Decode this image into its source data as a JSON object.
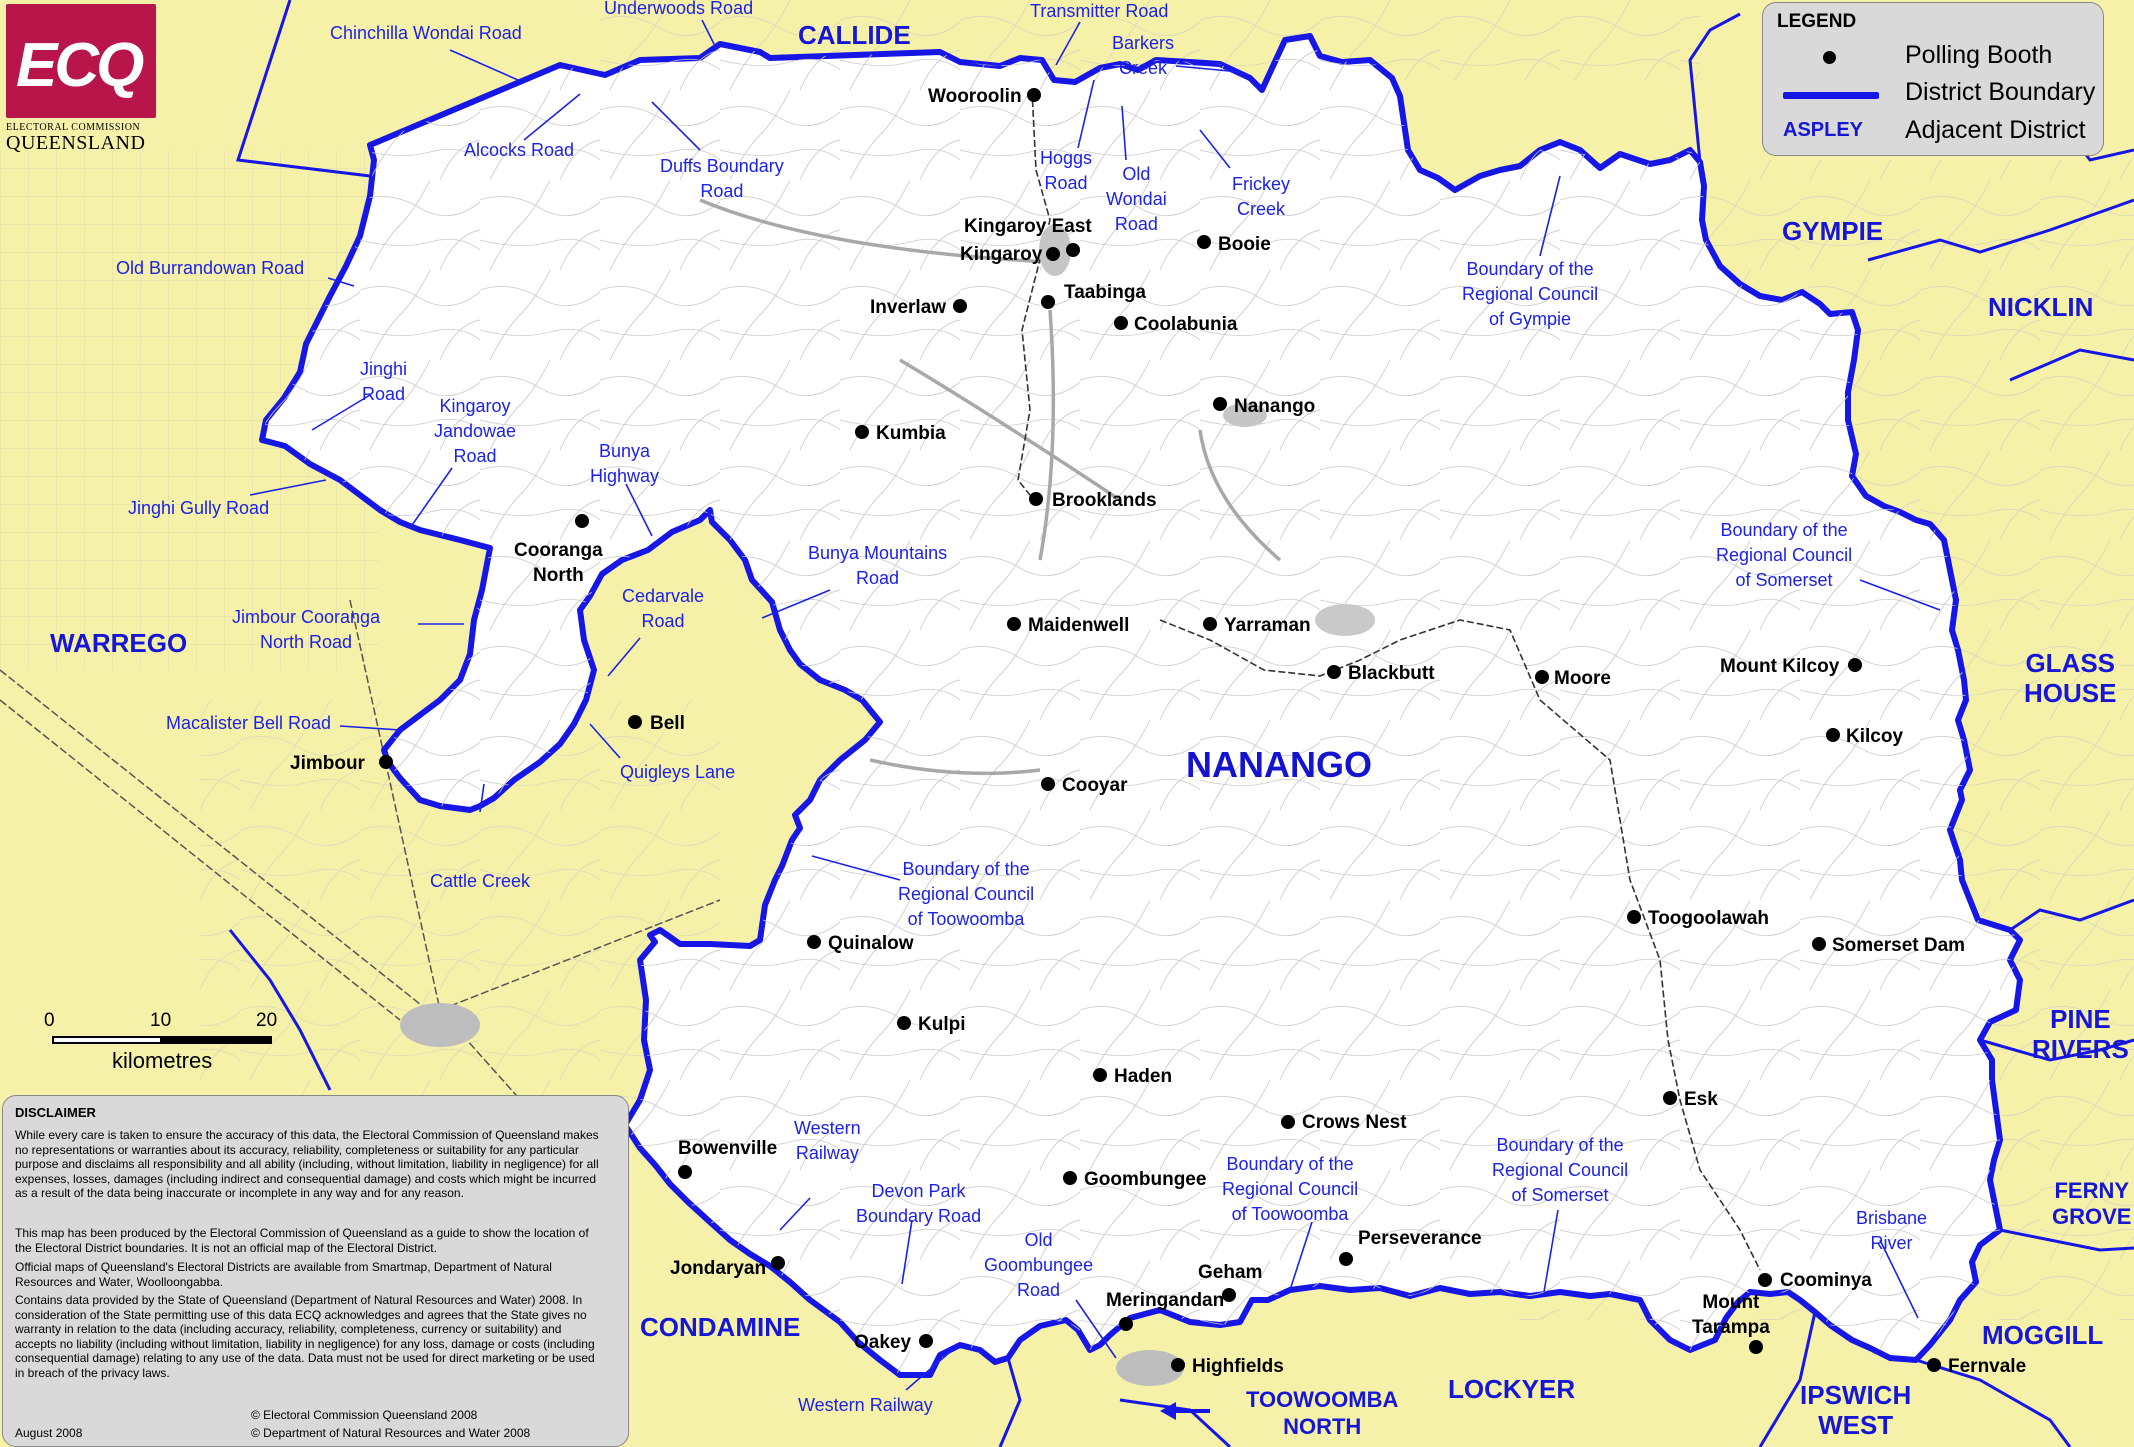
{
  "logo": {
    "abbr": "ECQ",
    "line1": "ELECTORAL COMMISSION",
    "line2": "QUEENSLAND"
  },
  "district_name": "NANANGO",
  "legend": {
    "title": "LEGEND",
    "polling_booth": "Polling Booth",
    "district_boundary": "District Boundary",
    "adjacent_example": "ASPLEY",
    "adjacent_district": "Adjacent District"
  },
  "colors": {
    "boundary": "#1616e6",
    "district_fill": "#ffffff",
    "outside_fill": "#f6f1a8",
    "road_label": "#1c22e8",
    "adjacent_label": "#1616d6"
  },
  "adjacent_districts": [
    {
      "name": "CALLIDE"
    },
    {
      "name": "GYMPIE"
    },
    {
      "name": "NICKLIN"
    },
    {
      "name": "GLASS\nHOUSE"
    },
    {
      "name": "PINE\nRIVERS"
    },
    {
      "name": "FERNY\nGROVE"
    },
    {
      "name": "MOGGILL"
    },
    {
      "name": "IPSWICH\nWEST"
    },
    {
      "name": "LOCKYER"
    },
    {
      "name": "TOOWOOMBA\nNORTH"
    },
    {
      "name": "CONDAMINE"
    },
    {
      "name": "WARREGO"
    }
  ],
  "polling_booths": [
    {
      "name": "Wooroolin"
    },
    {
      "name": "Kingaroy East"
    },
    {
      "name": "Kingaroy"
    },
    {
      "name": "Booie"
    },
    {
      "name": "Taabinga"
    },
    {
      "name": "Inverlaw"
    },
    {
      "name": "Coolabunia"
    },
    {
      "name": "Nanango"
    },
    {
      "name": "Kumbia"
    },
    {
      "name": "Brooklands"
    },
    {
      "name": "Cooranga\nNorth"
    },
    {
      "name": "Maidenwell"
    },
    {
      "name": "Yarraman"
    },
    {
      "name": "Blackbutt"
    },
    {
      "name": "Moore"
    },
    {
      "name": "Mount Kilcoy"
    },
    {
      "name": "Kilcoy"
    },
    {
      "name": "Bell"
    },
    {
      "name": "Jimbour"
    },
    {
      "name": "Cooyar"
    },
    {
      "name": "Toogoolawah"
    },
    {
      "name": "Somerset Dam"
    },
    {
      "name": "Quinalow"
    },
    {
      "name": "Kulpi"
    },
    {
      "name": "Haden"
    },
    {
      "name": "Crows Nest"
    },
    {
      "name": "Esk"
    },
    {
      "name": "Bowenville"
    },
    {
      "name": "Goombungee"
    },
    {
      "name": "Perseverance"
    },
    {
      "name": "Geham"
    },
    {
      "name": "Jondaryan"
    },
    {
      "name": "Coominya"
    },
    {
      "name": "Meringandan"
    },
    {
      "name": "Mount\nTarampa"
    },
    {
      "name": "Oakey"
    },
    {
      "name": "Highfields"
    },
    {
      "name": "Fernvale"
    }
  ],
  "road_labels": [
    {
      "text": "Chinchilla Wondai Road"
    },
    {
      "text": "Underwoods Road"
    },
    {
      "text": "Transmitter Road"
    },
    {
      "text": "Barkers\nCreek"
    },
    {
      "text": "Alcocks Road"
    },
    {
      "text": "Duffs Boundary\nRoad"
    },
    {
      "text": "Hoggs\nRoad"
    },
    {
      "text": "Old\nWondai\nRoad"
    },
    {
      "text": "Frickey\nCreek"
    },
    {
      "text": "Old Burrandowan Road"
    },
    {
      "text": "Boundary of the\nRegional Council\nof Gympie"
    },
    {
      "text": "Jinghi\nRoad"
    },
    {
      "text": "Kingaroy\nJandowae\nRoad"
    },
    {
      "text": "Bunya\nHighway"
    },
    {
      "text": "Jinghi Gully Road"
    },
    {
      "text": "Bunya Mountains\nRoad"
    },
    {
      "text": "Boundary of the\nRegional Council\nof Somerset"
    },
    {
      "text": "Jimbour Cooranga\nNorth Road"
    },
    {
      "text": "Cedarvale\nRoad"
    },
    {
      "text": "Macalister Bell Road"
    },
    {
      "text": "Quigleys Lane"
    },
    {
      "text": "Cattle Creek"
    },
    {
      "text": "Boundary of the\nRegional Council\nof Toowoomba"
    },
    {
      "text": "Western\nRailway"
    },
    {
      "text": "Devon Park\nBoundary Road"
    },
    {
      "text": "Boundary of the\nRegional Council\nof Toowoomba"
    },
    {
      "text": "Boundary of the\nRegional Council\nof Somerset"
    },
    {
      "text": "Old\nGoombungee\nRoad"
    },
    {
      "text": "Brisbane\nRiver"
    },
    {
      "text": "Western Railway"
    }
  ],
  "scale": {
    "labels": [
      "0",
      "10",
      "20"
    ],
    "unit": "kilometres"
  },
  "disclaimer": {
    "heading": "DISCLAIMER",
    "p1": "While every care is taken to ensure the accuracy of this data, the Electoral Commission of Queensland makes no representations or warranties about its accuracy, reliability, completeness or suitability for any particular purpose and disclaims all responsibility and all ability (including, without limitation, liability in negligence) for all expenses, losses, damages (including indirect and consequential damage) and costs which might be incurred as a result of the data being inaccurate or incomplete in any way and for any reason.",
    "p2": "This map has been produced by the Electoral Commission of Queensland as a guide to show the location of the Electoral District boundaries. It is not an official map of the Electoral District.",
    "p3": "Official maps of Queensland's Electoral Districts are available from Smartmap, Department of Natural Resources and Water, Woolloongabba.",
    "p4": "Contains data provided by the State of Queensland (Department of Natural Resources and Water) 2008. In consideration of the State permitting use of this data ECQ acknowledges and agrees that the State gives no warranty in relation to the data (including accuracy, reliability, completeness, currency or suitability) and accepts no liability (including without limitation, liability in negligence) for any loss, damage or costs (including consequential damage) relating to any use of the data. Data must not be used for direct marketing or be used in breach of the privacy laws.",
    "date": "August 2008",
    "copyright1": "©  Electoral Commission Queensland 2008",
    "copyright2": "©  Department of Natural Resources and Water 2008"
  }
}
